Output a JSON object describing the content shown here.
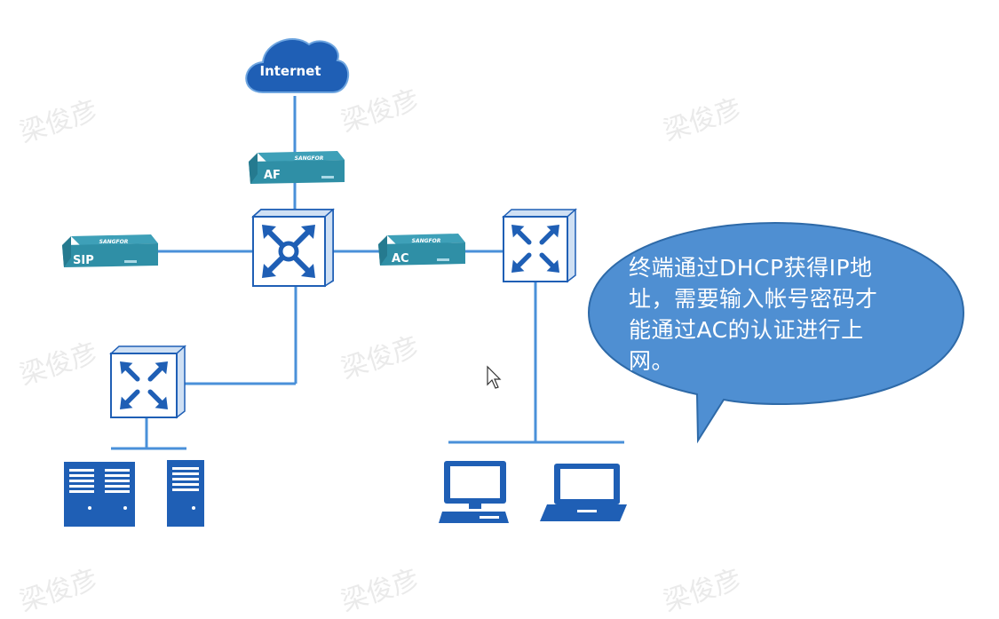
{
  "cloud": {
    "label": "Internet"
  },
  "devices": {
    "af": {
      "label": "AF",
      "brand": "SANGFOR"
    },
    "sip": {
      "label": "SIP",
      "brand": "SANGFOR"
    },
    "ac": {
      "label": "AC",
      "brand": "SANGFOR"
    }
  },
  "callout": {
    "text": "终端通过DHCP获得IP地址，需要输入帐号密码才能通过AC的认证进行上网。"
  },
  "watermark": {
    "text": "梁俊彦"
  },
  "colors": {
    "device_blue": "#1f5fb5",
    "line_blue": "#4a90d9",
    "bubble_fill": "#4f8fd2",
    "bubble_stroke": "#2e6aa8",
    "appliance_teal": "#2f8fa6"
  }
}
